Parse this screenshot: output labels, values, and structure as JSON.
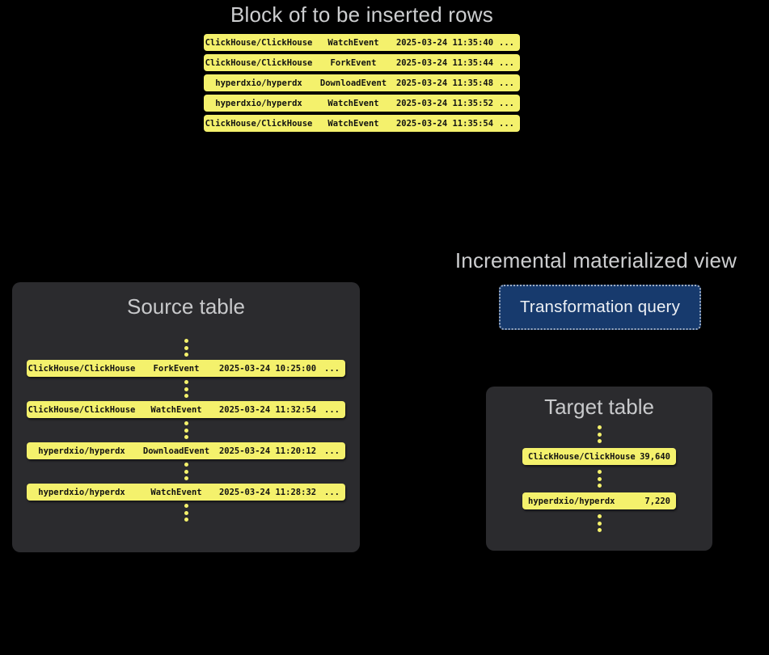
{
  "colors": {
    "background": "#000000",
    "row_yellow": "#f4f16c",
    "row_text": "#121212",
    "panel_bg": "#2b2b2e",
    "title_gray": "#c8c9cb",
    "button_bg": "#173a6d",
    "button_border": "#9fadc2",
    "button_text": "#eef1f5"
  },
  "block": {
    "title": "Block of to be inserted rows",
    "rows": [
      {
        "repo": "ClickHouse/ClickHouse",
        "event": "WatchEvent",
        "time": "2025-03-24 11:35:40",
        "more": "..."
      },
      {
        "repo": "ClickHouse/ClickHouse",
        "event": "ForkEvent",
        "time": "2025-03-24 11:35:44",
        "more": "..."
      },
      {
        "repo": "hyperdxio/hyperdx",
        "event": "DownloadEvent",
        "time": "2025-03-24 11:35:48",
        "more": "..."
      },
      {
        "repo": "hyperdxio/hyperdx",
        "event": "WatchEvent",
        "time": "2025-03-24 11:35:52",
        "more": "..."
      },
      {
        "repo": "ClickHouse/ClickHouse",
        "event": "WatchEvent",
        "time": "2025-03-24 11:35:54",
        "more": "..."
      }
    ]
  },
  "source_table": {
    "title": "Source table",
    "rows": [
      {
        "repo": "ClickHouse/ClickHouse",
        "event": "ForkEvent",
        "time": "2025-03-24 10:25:00",
        "more": "..."
      },
      {
        "repo": "ClickHouse/ClickHouse",
        "event": "WatchEvent",
        "time": "2025-03-24 11:32:54",
        "more": "..."
      },
      {
        "repo": "hyperdxio/hyperdx",
        "event": "DownloadEvent",
        "time": "2025-03-24 11:20:12",
        "more": "..."
      },
      {
        "repo": "hyperdxio/hyperdx",
        "event": "WatchEvent",
        "time": "2025-03-24 11:28:32",
        "more": "..."
      }
    ]
  },
  "materialized_view": {
    "title": "Incremental materialized view",
    "button_label": "Transformation query"
  },
  "target_table": {
    "title": "Target table",
    "rows": [
      {
        "repo": "ClickHouse/ClickHouse",
        "count": "39,640"
      },
      {
        "repo": "hyperdxio/hyperdx",
        "count": "7,220"
      }
    ]
  }
}
